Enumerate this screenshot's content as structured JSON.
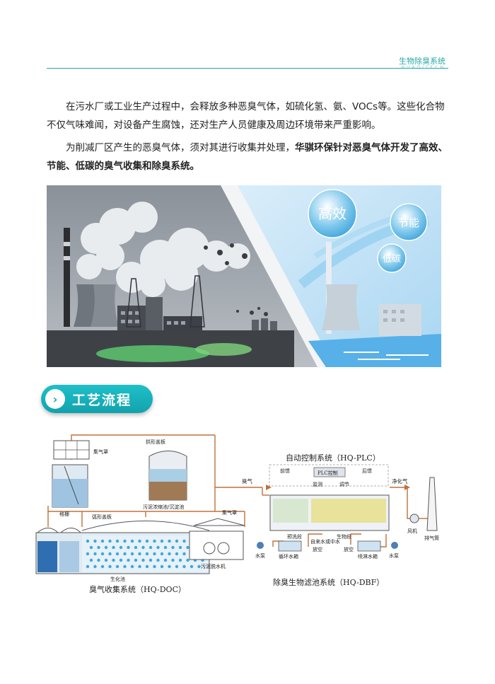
{
  "header": {
    "title": "生物除臭系统",
    "subtitle": "HUAQITECH"
  },
  "paragraphs": {
    "p1": "在污水厂或工业生产过程中，会释放多种恶臭气体，如硫化氢、氨、VOCs等。这些化合物不仅气味难闻，对设备产生腐蚀，还对生产人员健康及周边环境带来严重影响。",
    "p2_prefix": "为削减厂区产生的恶臭气体，须对其进行收集并处理，",
    "p2_bold": "华骐环保针对恶臭气体开发了高效、节能、低碳的臭气收集和除臭系统。"
  },
  "hero": {
    "bubble_large": "高效",
    "bubble_right": "节能",
    "bubble_small": "低碳"
  },
  "section": {
    "title": "工艺流程",
    "icon": "chevron-right-icon"
  },
  "diagram": {
    "gather_hood_left": "集气罩",
    "arch_cover": "拱形盖板",
    "grille": "格栅",
    "sludge_tank": "污泥浓缩池/沉淀池",
    "odor_gas": "臭气",
    "arc_cover": "弧形盖板",
    "gather_hood_right": "集气罩",
    "bio_pool": "生化池",
    "dewater": "污泥脱水机",
    "doc_caption": "臭气收集系统（HQ-DOC）",
    "plc_title": "自动控制系统（HQ-PLC）",
    "feedback_front": "前馈",
    "feedback_back": "后馈",
    "plc_box": "PLC控制",
    "monitor": "监测",
    "adjust": "调节",
    "pre_wash": "预洗段",
    "bio_section": "生物段",
    "clean_gas": "净化气",
    "fan": "风机",
    "stack": "排气筒",
    "pump_left": "水泵",
    "circ_tank": "循环水箱",
    "water_source": "自来水或中水",
    "drain_left": "放空",
    "drain_right": "放空",
    "spray_tank": "喷淋水箱",
    "pump_right": "水泵",
    "dbf_caption": "除臭生物滤池系统（HQ-DBF）"
  },
  "colors": {
    "accent": "#2aa7a7",
    "pipe": "#c0703a",
    "badge": "#16aab4"
  }
}
